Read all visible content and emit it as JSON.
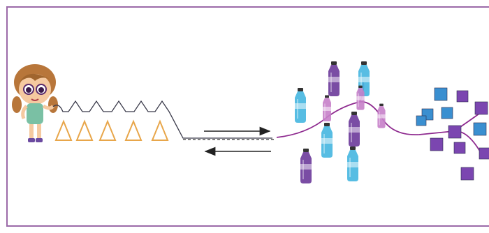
{
  "colors": {
    "frame": "#9b6aa8",
    "triangle_stroke": "#e8a64a",
    "wire": "#3a3a4a",
    "arrow": "#222222",
    "chain_purple": "#8e2a8f",
    "bottle_blue": "#45b6e0",
    "bottle_purple": "#6b3a9a",
    "bottle_pink": "#c77fc9",
    "square_blue": "#3a8fd0",
    "square_purple": "#7b46b0"
  },
  "figure": {
    "character": {
      "icon": "girl-icon",
      "hair": "#b8763a",
      "skin": "#f5c9a0",
      "dress": "#7ac0a4"
    },
    "triangles": 5,
    "arrows": {
      "forward": "right-arrow-icon",
      "backward": "left-arrow-icon"
    },
    "bottles": [
      "blue",
      "purple",
      "blue",
      "pink",
      "pink",
      "purple",
      "blue",
      "purple",
      "blue",
      "pink"
    ],
    "squares": [
      "blue",
      "purple",
      "blue",
      "blue",
      "purple",
      "purple",
      "blue",
      "purple",
      "purple",
      "blue",
      "purple",
      "purple"
    ]
  }
}
